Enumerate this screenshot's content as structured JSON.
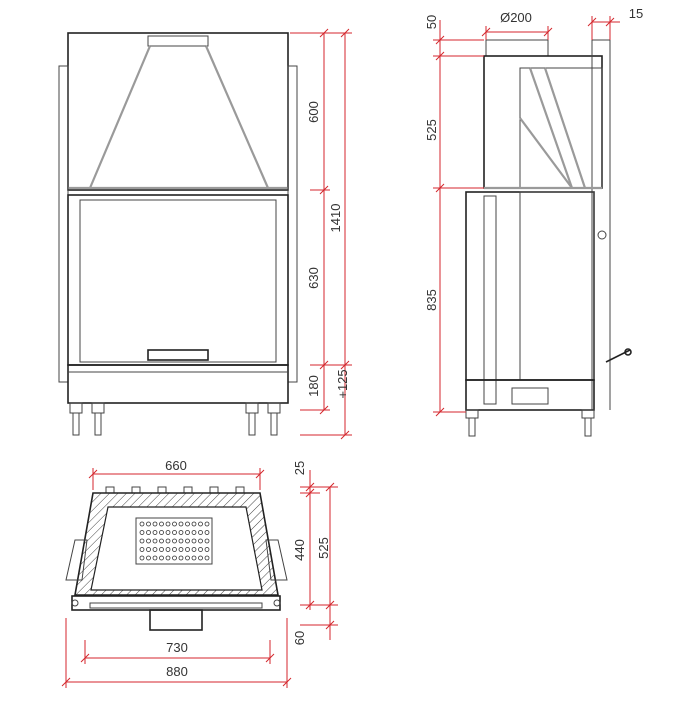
{
  "front_view": {
    "dimensions": {
      "hood_height": "600",
      "total_height": "1410",
      "opening_height": "630",
      "base_height": "180",
      "leg_adjust": "+125"
    }
  },
  "side_view": {
    "dimensions": {
      "top_offset": "50",
      "flue_diameter": "Ø200",
      "rear_offset": "15",
      "upper_height": "525",
      "lower_height": "835"
    }
  },
  "plan_view": {
    "dimensions": {
      "inner_width": "660",
      "front_offset": "25",
      "inner_depth": "440",
      "total_depth": "525",
      "bottom_offset": "60",
      "opening_width": "730",
      "total_width": "880"
    }
  },
  "colors": {
    "dimension_line": "#d4262c",
    "outline": "#222222",
    "hood_glass": "#9a9a9a"
  }
}
